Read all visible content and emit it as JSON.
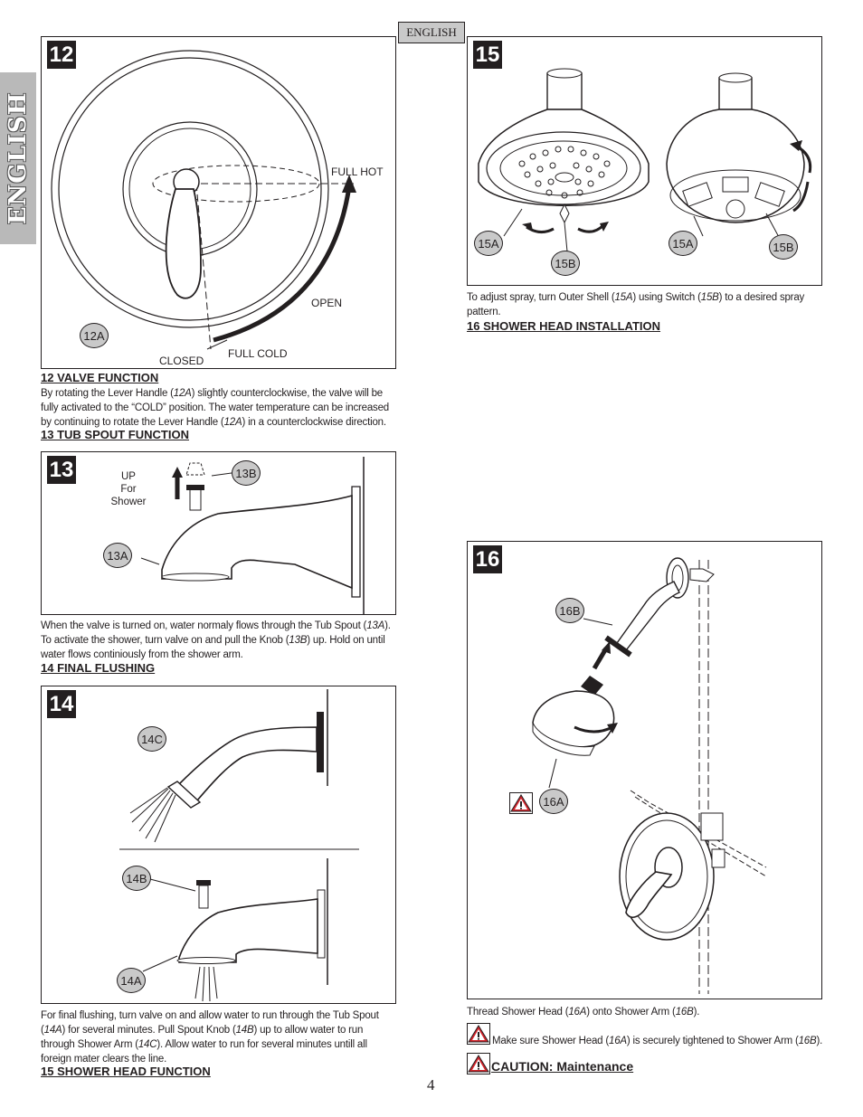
{
  "header": {
    "language_tab": "ENGLISH",
    "side_tab": "ENGLISH"
  },
  "page_number": "4",
  "fig12": {
    "number": "12",
    "callout": "12A",
    "labels": {
      "full_hot": "FULL HOT",
      "open": "OPEN",
      "full_cold": "FULL COLD",
      "closed": "CLOSED"
    }
  },
  "sec12": {
    "heading": "12  VALVE FUNCTION",
    "text": [
      "By rotating the Lever Handle (",
      "12A",
      ") slightly counterclockwise, the valve will be fully activated to the “COLD” position. The water temperature can be increased by continuing to rotate the Lever Handle (",
      "12A",
      ") in a counterclockwise direction."
    ]
  },
  "sec13": {
    "heading": "13  TUB SPOUT FUNCTION"
  },
  "fig13": {
    "number": "13",
    "callouts": [
      "13A",
      "13B"
    ],
    "up_label": [
      "UP",
      "For",
      "Shower"
    ]
  },
  "text13": [
    "When the valve is turned on, water normaly flows through the Tub Spout (",
    "13A",
    "). To activate the shower, turn valve on and pull the Knob (",
    "13B",
    ") up.  Hold on until water flows continiously from the shower arm."
  ],
  "sec14": {
    "heading": "14  FINAL FLUSHING"
  },
  "fig14": {
    "number": "14",
    "callouts": [
      "14C",
      "14B",
      "14A"
    ]
  },
  "text14": [
    "For final flushing, turn valve on and allow water to run through the Tub Spout (",
    "14A",
    ") for several minutes.  Pull Spout Knob (",
    "14B",
    ") up to allow water to run through Shower Arm (",
    "14C",
    "). Allow water to run for several minutes untill all foreign mater clears the line."
  ],
  "sec15": {
    "heading": "15   SHOWER HEAD FUNCTION"
  },
  "fig15": {
    "number": "15",
    "callouts": [
      "15A",
      "15B",
      "15A",
      "15B"
    ]
  },
  "text15": [
    "To adjust spray, turn Outer Shell (",
    "15A",
    ") using Switch (",
    "15B",
    ") to a desired spray pattern."
  ],
  "sec16": {
    "heading": "16  SHOWER HEAD INSTALLATION"
  },
  "fig16": {
    "number": "16",
    "callouts": [
      "16B",
      "16A"
    ]
  },
  "text16a": [
    "Thread Shower Head (",
    "16A",
    ") onto Shower Arm (",
    "16B",
    ")."
  ],
  "text16b": [
    "Make sure Shower Head (",
    "16A",
    ") is securely tightened to Shower Arm (",
    "16B",
    ")."
  ],
  "caution": "CAUTION:  Maintenance"
}
